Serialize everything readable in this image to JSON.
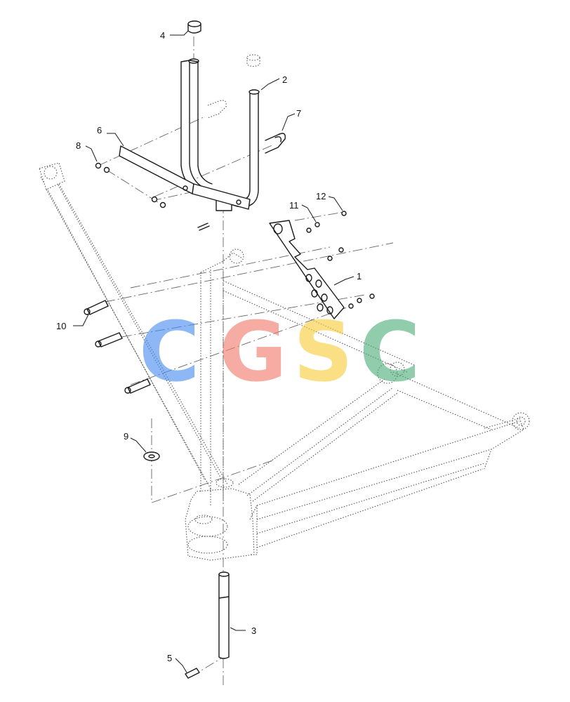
{
  "diagram": {
    "callouts": [
      {
        "id": "c1",
        "label": "1"
      },
      {
        "id": "c2",
        "label": "2"
      },
      {
        "id": "c3",
        "label": "3"
      },
      {
        "id": "c4",
        "label": "4"
      },
      {
        "id": "c5",
        "label": "5"
      },
      {
        "id": "c6",
        "label": "6"
      },
      {
        "id": "c7",
        "label": "7"
      },
      {
        "id": "c8",
        "label": "8"
      },
      {
        "id": "c9",
        "label": "9"
      },
      {
        "id": "c10",
        "label": "10"
      },
      {
        "id": "c11",
        "label": "11"
      },
      {
        "id": "c12",
        "label": "12"
      }
    ]
  },
  "watermark": {
    "letters": [
      "C",
      "G",
      "S",
      "C"
    ],
    "colors": [
      "#4a8cf0",
      "#f2786b",
      "#f7cd3c",
      "#4fb07a"
    ]
  }
}
